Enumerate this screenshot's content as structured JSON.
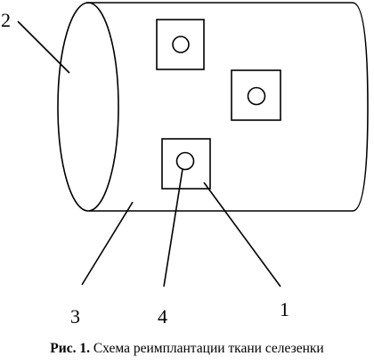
{
  "diagram": {
    "labels": {
      "l1": "1",
      "l2": "2",
      "l3": "3",
      "l4": "4"
    }
  },
  "caption": {
    "prefix": "Рис. 1.",
    "text": "Схема реимплантации ткани селезенки"
  },
  "colors": {
    "stroke": "#000000",
    "background": "#ffffff"
  }
}
